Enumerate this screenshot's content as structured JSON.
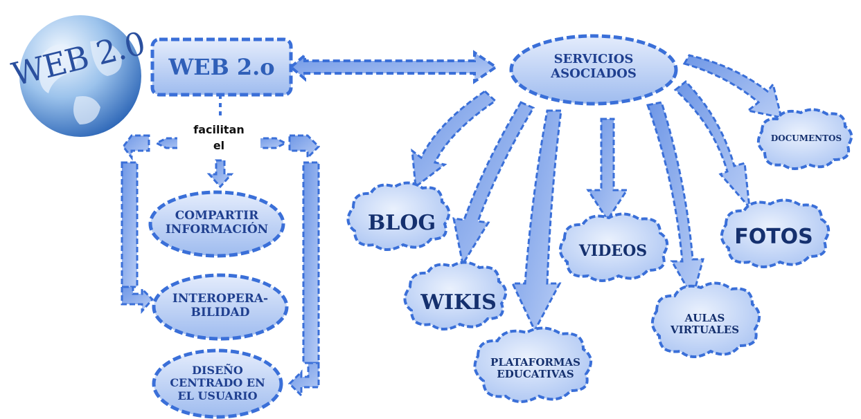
{
  "globe": {
    "label": "WEB 2.0"
  },
  "main_box": {
    "label": "WEB 2.o"
  },
  "connector": {
    "label": "facilitan\nel"
  },
  "services_hub": {
    "label": "SERVICIOS\nASOCIADOS"
  },
  "features": [
    {
      "id": "compartir",
      "label": "COMPARTIR\nINFORMACIÓN"
    },
    {
      "id": "interop",
      "label": "INTEROPERA-\nBILIDAD"
    },
    {
      "id": "diseno",
      "label": "DISEÑO\nCENTRADO EN\nEL USUARIO"
    }
  ],
  "services": [
    {
      "id": "blog",
      "label": "BLOG"
    },
    {
      "id": "wikis",
      "label": "WIKIS"
    },
    {
      "id": "plataformas",
      "label": "PLATAFORMAS\nEDUCATIVAS"
    },
    {
      "id": "videos",
      "label": "VIDEOS"
    },
    {
      "id": "aulas",
      "label": "AULAS\nVIRTUALES"
    },
    {
      "id": "fotos",
      "label": "FOTOS"
    },
    {
      "id": "documentos",
      "label": "DOCUMENTOS"
    }
  ],
  "colors": {
    "fill_light": "#d6e3fb",
    "fill_mid": "#9fbdf0",
    "stroke": "#3a6fd8",
    "text": "#1f3f8f",
    "globe_dark": "#3f78c8",
    "globe_light": "#cfe3f7"
  }
}
